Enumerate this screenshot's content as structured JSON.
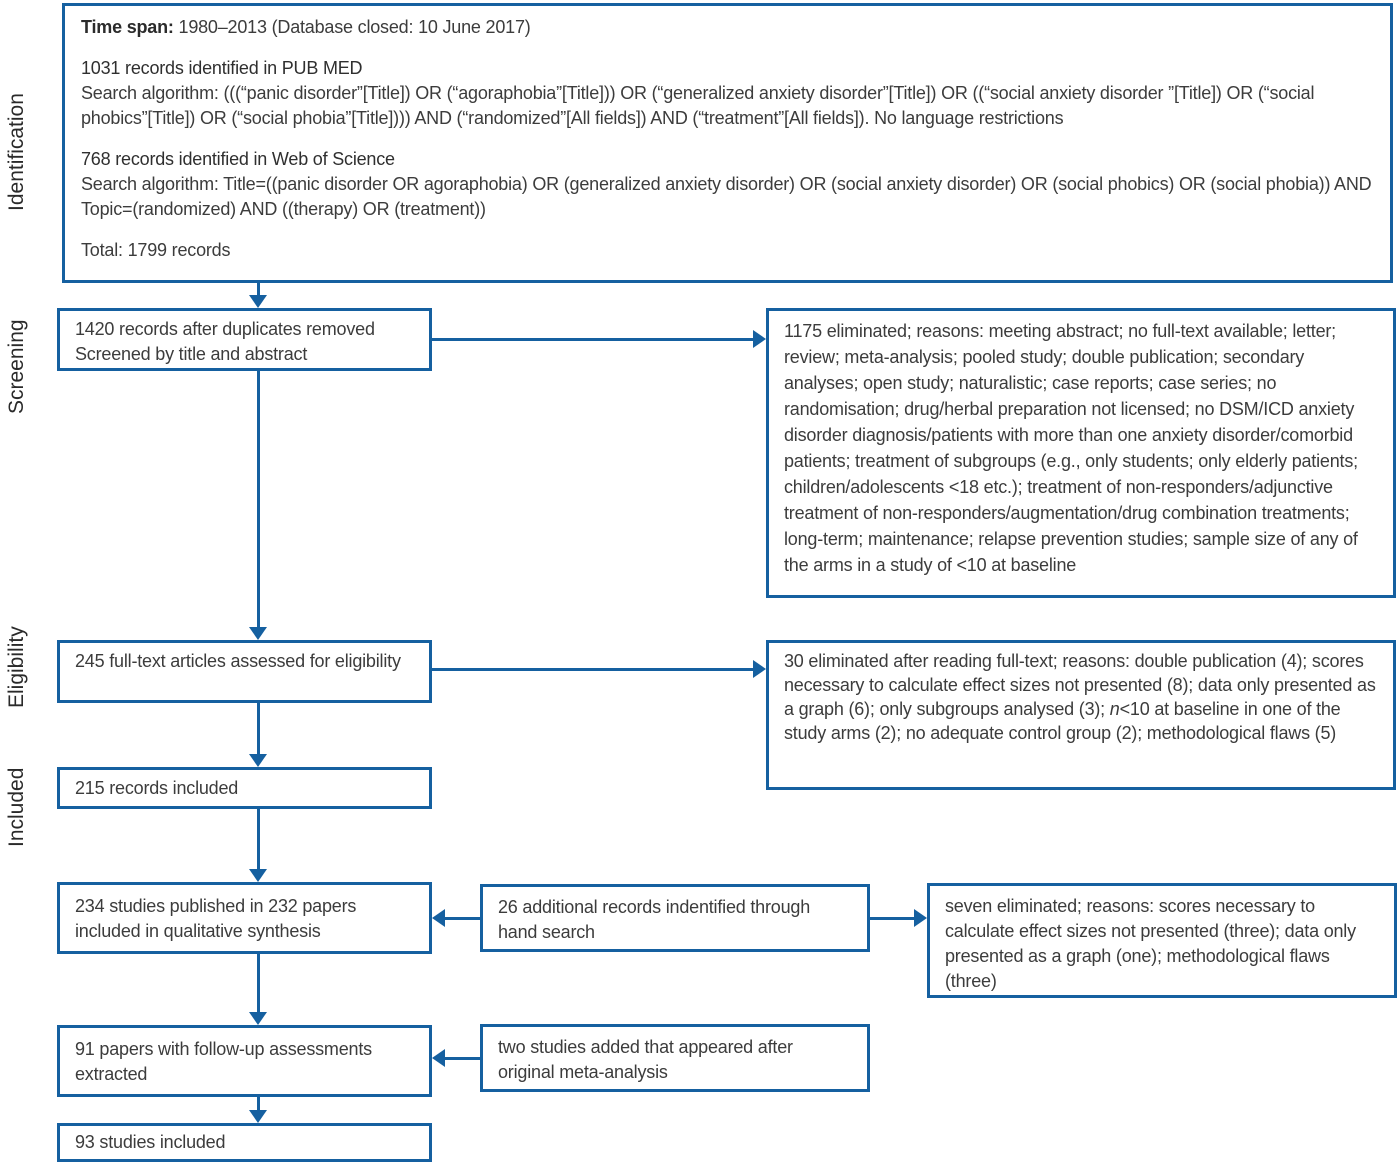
{
  "colors": {
    "accent": "#1560a0",
    "text": "#3c3c3c"
  },
  "stages": [
    "Identification",
    "Screening",
    "Eligibility",
    "Included"
  ],
  "identification_box": {
    "time_span_label": "Time span:",
    "time_span_value": " 1980–2013 (Database closed: 10 June 2017)",
    "pubmed_heading": "1031 records identified in PUB MED",
    "pubmed_search": "Search algorithm: (((“panic disorder”[Title]) OR (“agoraphobia”[Title])) OR (“generalized anxiety disorder”[Title]) OR ((“social anxiety disorder ”[Title]) OR (“social phobics”[Title]) OR (“social phobia”[Title]))) AND (“randomized”[All fields]) AND (“treatment”[All fields]). No language restrictions",
    "wos_heading": "768 records identified in Web of Science",
    "wos_search": "Search algorithm: Title=((panic disorder OR agoraphobia) OR (generalized anxiety disorder) OR (social anxiety disorder) OR (social phobics) OR (social phobia)) AND Topic=(randomized) AND ((therapy) OR (treatment))",
    "total": "Total: 1799 records"
  },
  "screening": {
    "screened_box": "1420 records after duplicates removed\nScreened by title and abstract",
    "eliminated_box": "1175 eliminated; reasons: meeting abstract; no full-text available; letter; review; meta-analysis; pooled study; double publication; secondary analyses; open study; naturalistic; case reports; case series; no randomisation; drug/herbal preparation not licensed; no DSM/ICD anxiety disorder diagnosis/patients with more than one anxiety disorder/comorbid patients; treatment of subgroups (e.g., only students; only elderly patients; children/adolescents <18 etc.); treatment of non-responders/adjunctive treatment of non-responders/augmentation/drug combination treatments; long-term; maintenance; relapse prevention studies; sample size of any of the arms in a study of <10 at baseline"
  },
  "eligibility": {
    "assessed_box": "245 full-text articles assessed for eligibility",
    "eliminated_pre": "30 eliminated after reading full-text; reasons: double publication (4); scores necessary to calculate effect sizes not presented (8); data only presented as a graph (6); only subgroups analysed (3); ",
    "eliminated_italic": "n",
    "eliminated_post": "<10 at baseline in one of the study arms (2); no adequate control group (2); methodological flaws (5)"
  },
  "included": {
    "records_included": "215 records included",
    "qualitative_synthesis": "234 studies published in 232 papers included in qualitative synthesis",
    "hand_search": "26 additional records indentified through hand search",
    "hand_search_eliminated": "seven eliminated; reasons: scores necessary to calculate effect sizes not presented (three); data only presented as a graph (one); methodological flaws (three)",
    "followup": "91 papers with follow-up assessments extracted",
    "added_studies": "two studies added that appeared after original meta-analysis",
    "final_included": "93 studies included"
  }
}
